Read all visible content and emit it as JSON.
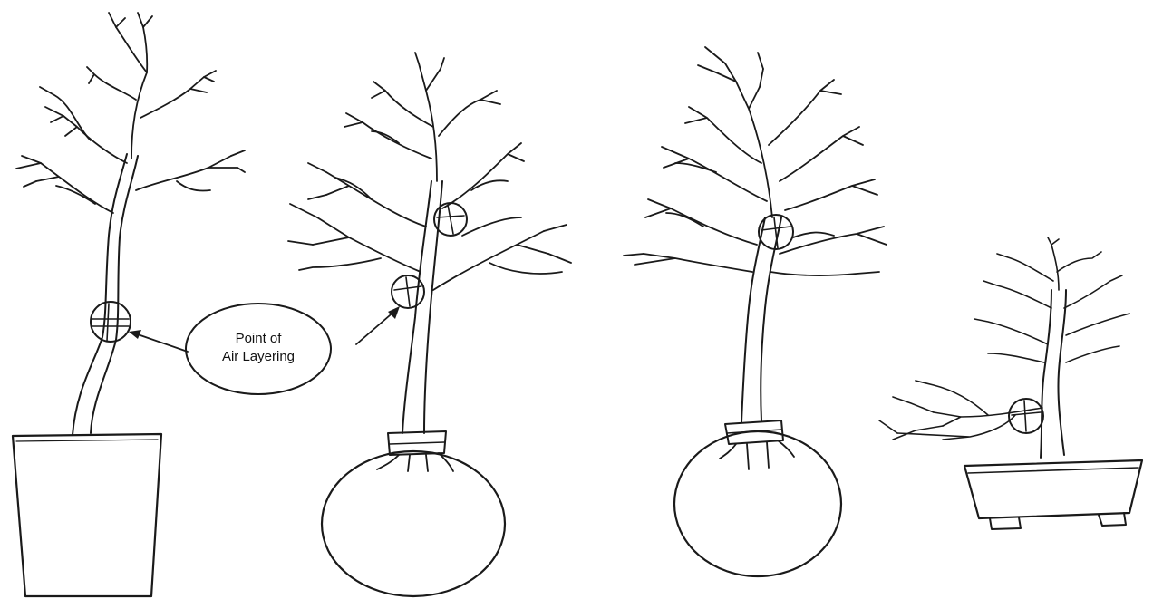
{
  "callout": {
    "line1": "Point of",
    "line2": "Air Layering"
  },
  "colors": {
    "ink": "#1a1a1a",
    "background": "#ffffff"
  },
  "figures": [
    {
      "id": "tree-in-tall-pot",
      "container": "tall pot"
    },
    {
      "id": "tree-in-root-ball-1",
      "container": "root ball"
    },
    {
      "id": "tree-in-root-ball-2",
      "container": "root ball"
    },
    {
      "id": "tree-in-bonsai-tray",
      "container": "bonsai tray"
    }
  ]
}
